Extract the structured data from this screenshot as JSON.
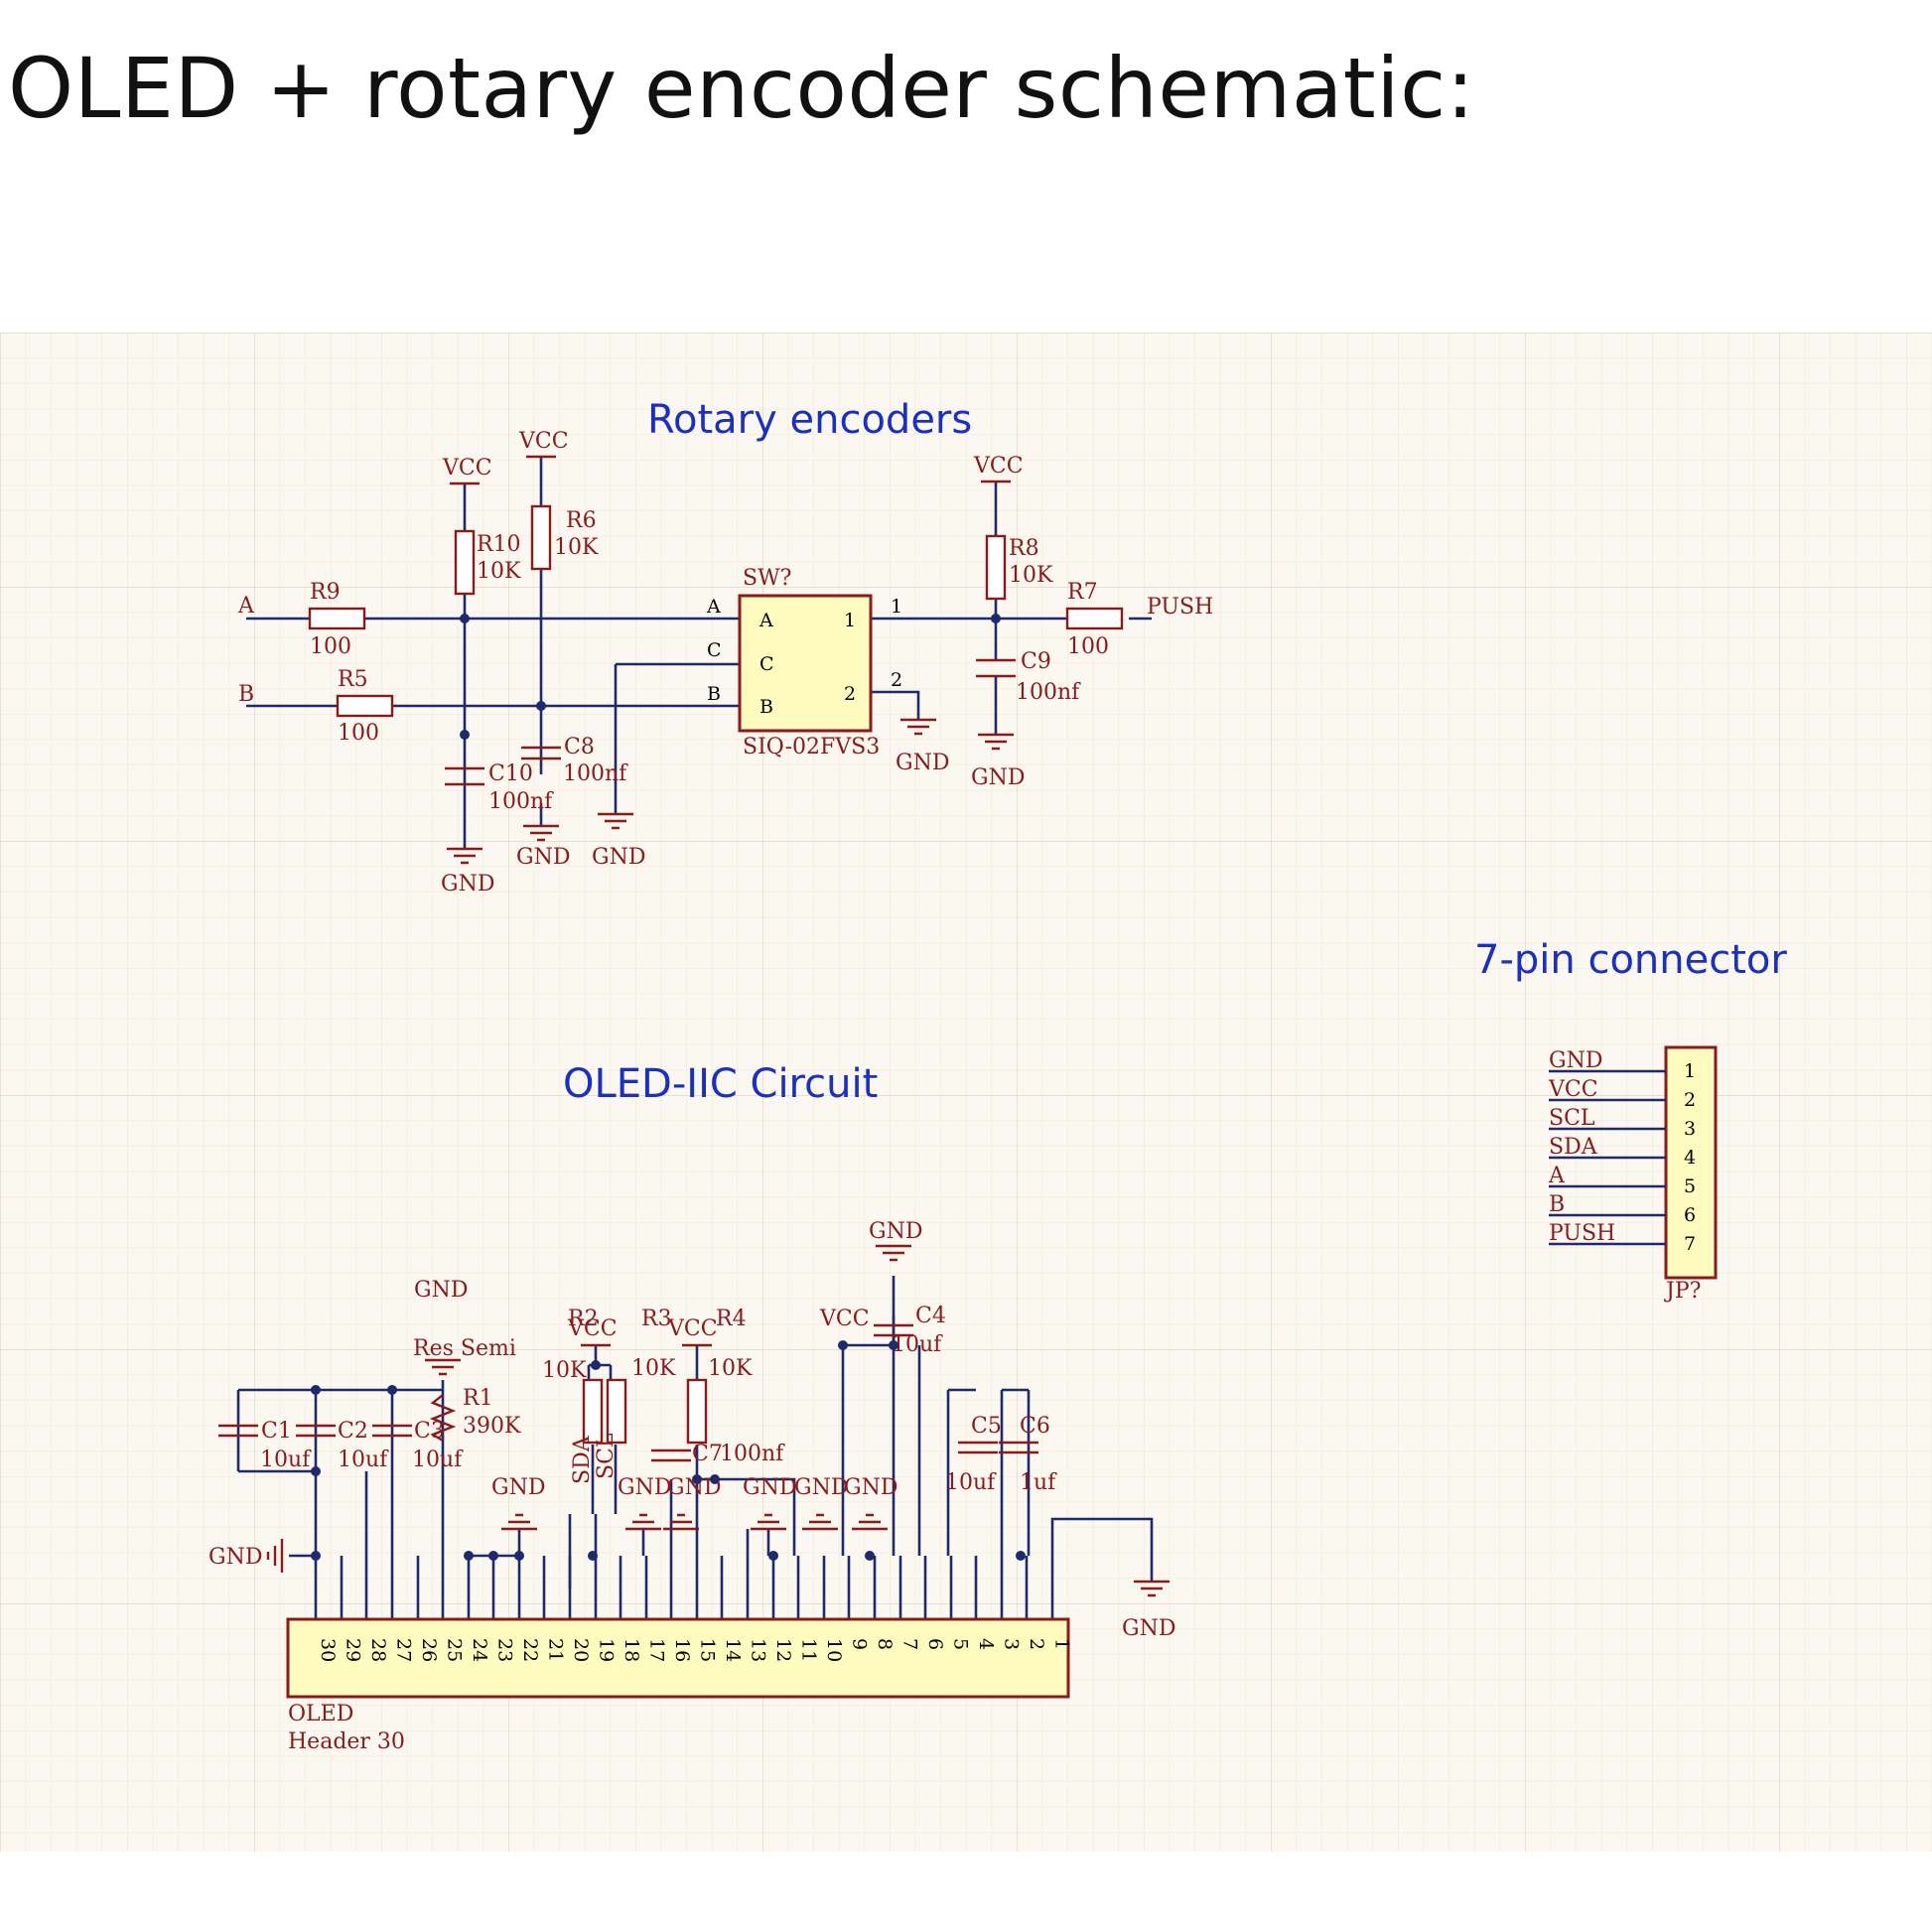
{
  "title": "OLED + rotary encoder schematic:",
  "headings": {
    "rotary": "Rotary encoders",
    "oled": "OLED-IIC Circuit",
    "connector": "7-pin connector"
  },
  "nets": {
    "vcc": "VCC",
    "gnd": "GND",
    "a": "A",
    "b": "B",
    "push": "PUSH",
    "sda": "SDA",
    "scl": "SCL"
  },
  "encoder": {
    "designator": "SW?",
    "part": "SIQ-02FVS3",
    "pin_a": "A",
    "pin_c": "C",
    "pin_b": "B",
    "pin_1": "1",
    "pin_2": "2"
  },
  "components": {
    "r9": {
      "ref": "R9",
      "value": "100"
    },
    "r5": {
      "ref": "R5",
      "value": "100"
    },
    "r10": {
      "ref": "R10",
      "value": "10K"
    },
    "r6": {
      "ref": "R6",
      "value": "10K"
    },
    "r8": {
      "ref": "R8",
      "value": "10K"
    },
    "r7": {
      "ref": "R7",
      "value": "100"
    },
    "c9": {
      "ref": "C9",
      "value": "100nf"
    },
    "c8": {
      "ref": "C8",
      "value": "100nf"
    },
    "c10": {
      "ref": "C10",
      "value": "100nf"
    },
    "r1": {
      "ref": "R1",
      "value": "390K"
    },
    "r2": {
      "ref": "R2",
      "value": "10K"
    },
    "r3": {
      "ref": "R3",
      "value": "10K"
    },
    "r4": {
      "ref": "R4",
      "value": "10K"
    },
    "c1": {
      "ref": "C1",
      "value": "10uf"
    },
    "c2": {
      "ref": "C2",
      "value": "10uf"
    },
    "c3": {
      "ref": "C3",
      "value": "10uf"
    },
    "c4": {
      "ref": "C4",
      "value": "10uf"
    },
    "c5": {
      "ref": "C5",
      "value": "10uf"
    },
    "c6": {
      "ref": "C6",
      "value": "1uf"
    },
    "c7": {
      "ref": "C7",
      "value": "100nf"
    }
  },
  "res_semi": "Res Semi",
  "header": {
    "name": "OLED",
    "type": "Header 30",
    "pins": [
      "1",
      "2",
      "3",
      "4",
      "5",
      "6",
      "7",
      "8",
      "9",
      "10",
      "11",
      "12",
      "13",
      "14",
      "15",
      "16",
      "17",
      "18",
      "19",
      "20",
      "21",
      "22",
      "23",
      "24",
      "25",
      "26",
      "27",
      "28",
      "29",
      "30"
    ]
  },
  "connector": {
    "designator": "JP?",
    "pins": [
      "1",
      "2",
      "3",
      "4",
      "5",
      "6",
      "7"
    ],
    "labels": [
      "GND",
      "VCC",
      "SCL",
      "SDA",
      "A",
      "B",
      "PUSH"
    ]
  }
}
